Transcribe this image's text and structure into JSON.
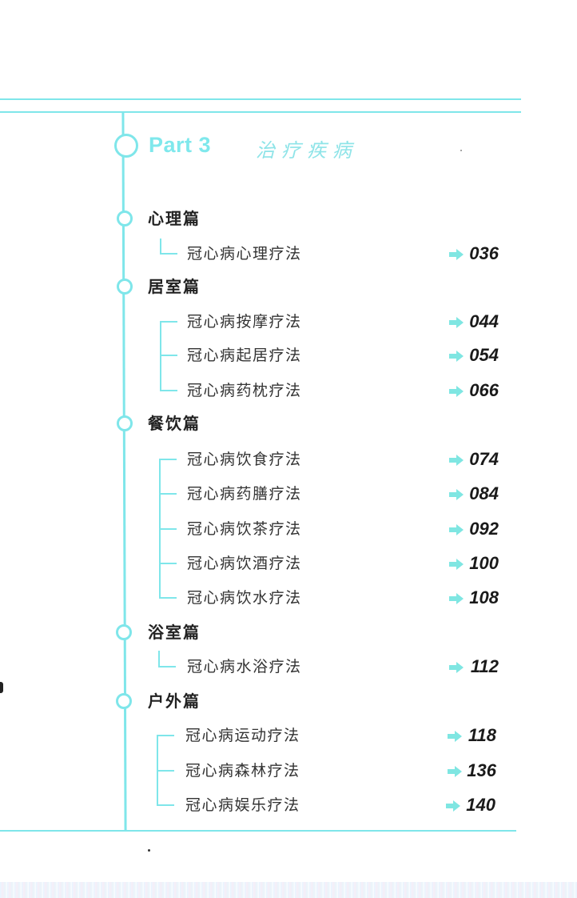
{
  "part": {
    "label": "Part 3",
    "title": "治疗疾病"
  },
  "colors": {
    "accent": "#7fe6ea",
    "text": "#222222"
  },
  "sections": [
    {
      "title": "心理篇",
      "items": [
        {
          "label": "冠心病心理疗法",
          "page": "036"
        }
      ]
    },
    {
      "title": "居室篇",
      "items": [
        {
          "label": "冠心病按摩疗法",
          "page": "044"
        },
        {
          "label": "冠心病起居疗法",
          "page": "054"
        },
        {
          "label": "冠心病药枕疗法",
          "page": "066"
        }
      ]
    },
    {
      "title": "餐饮篇",
      "items": [
        {
          "label": "冠心病饮食疗法",
          "page": "074"
        },
        {
          "label": "冠心病药膳疗法",
          "page": "084"
        },
        {
          "label": "冠心病饮茶疗法",
          "page": "092"
        },
        {
          "label": "冠心病饮酒疗法",
          "page": "100"
        },
        {
          "label": "冠心病饮水疗法",
          "page": "108"
        }
      ]
    },
    {
      "title": "浴室篇",
      "items": [
        {
          "label": "冠心病水浴疗法",
          "page": "112"
        }
      ]
    },
    {
      "title": "户外篇",
      "items": [
        {
          "label": "冠心病运动疗法",
          "page": "118"
        },
        {
          "label": "冠心病森林疗法",
          "page": "136"
        },
        {
          "label": "冠心病娱乐疗法",
          "page": "140"
        }
      ]
    }
  ],
  "icons": {
    "page_arrow": "arrow-right-icon",
    "section_marker": "circle-marker-icon"
  }
}
